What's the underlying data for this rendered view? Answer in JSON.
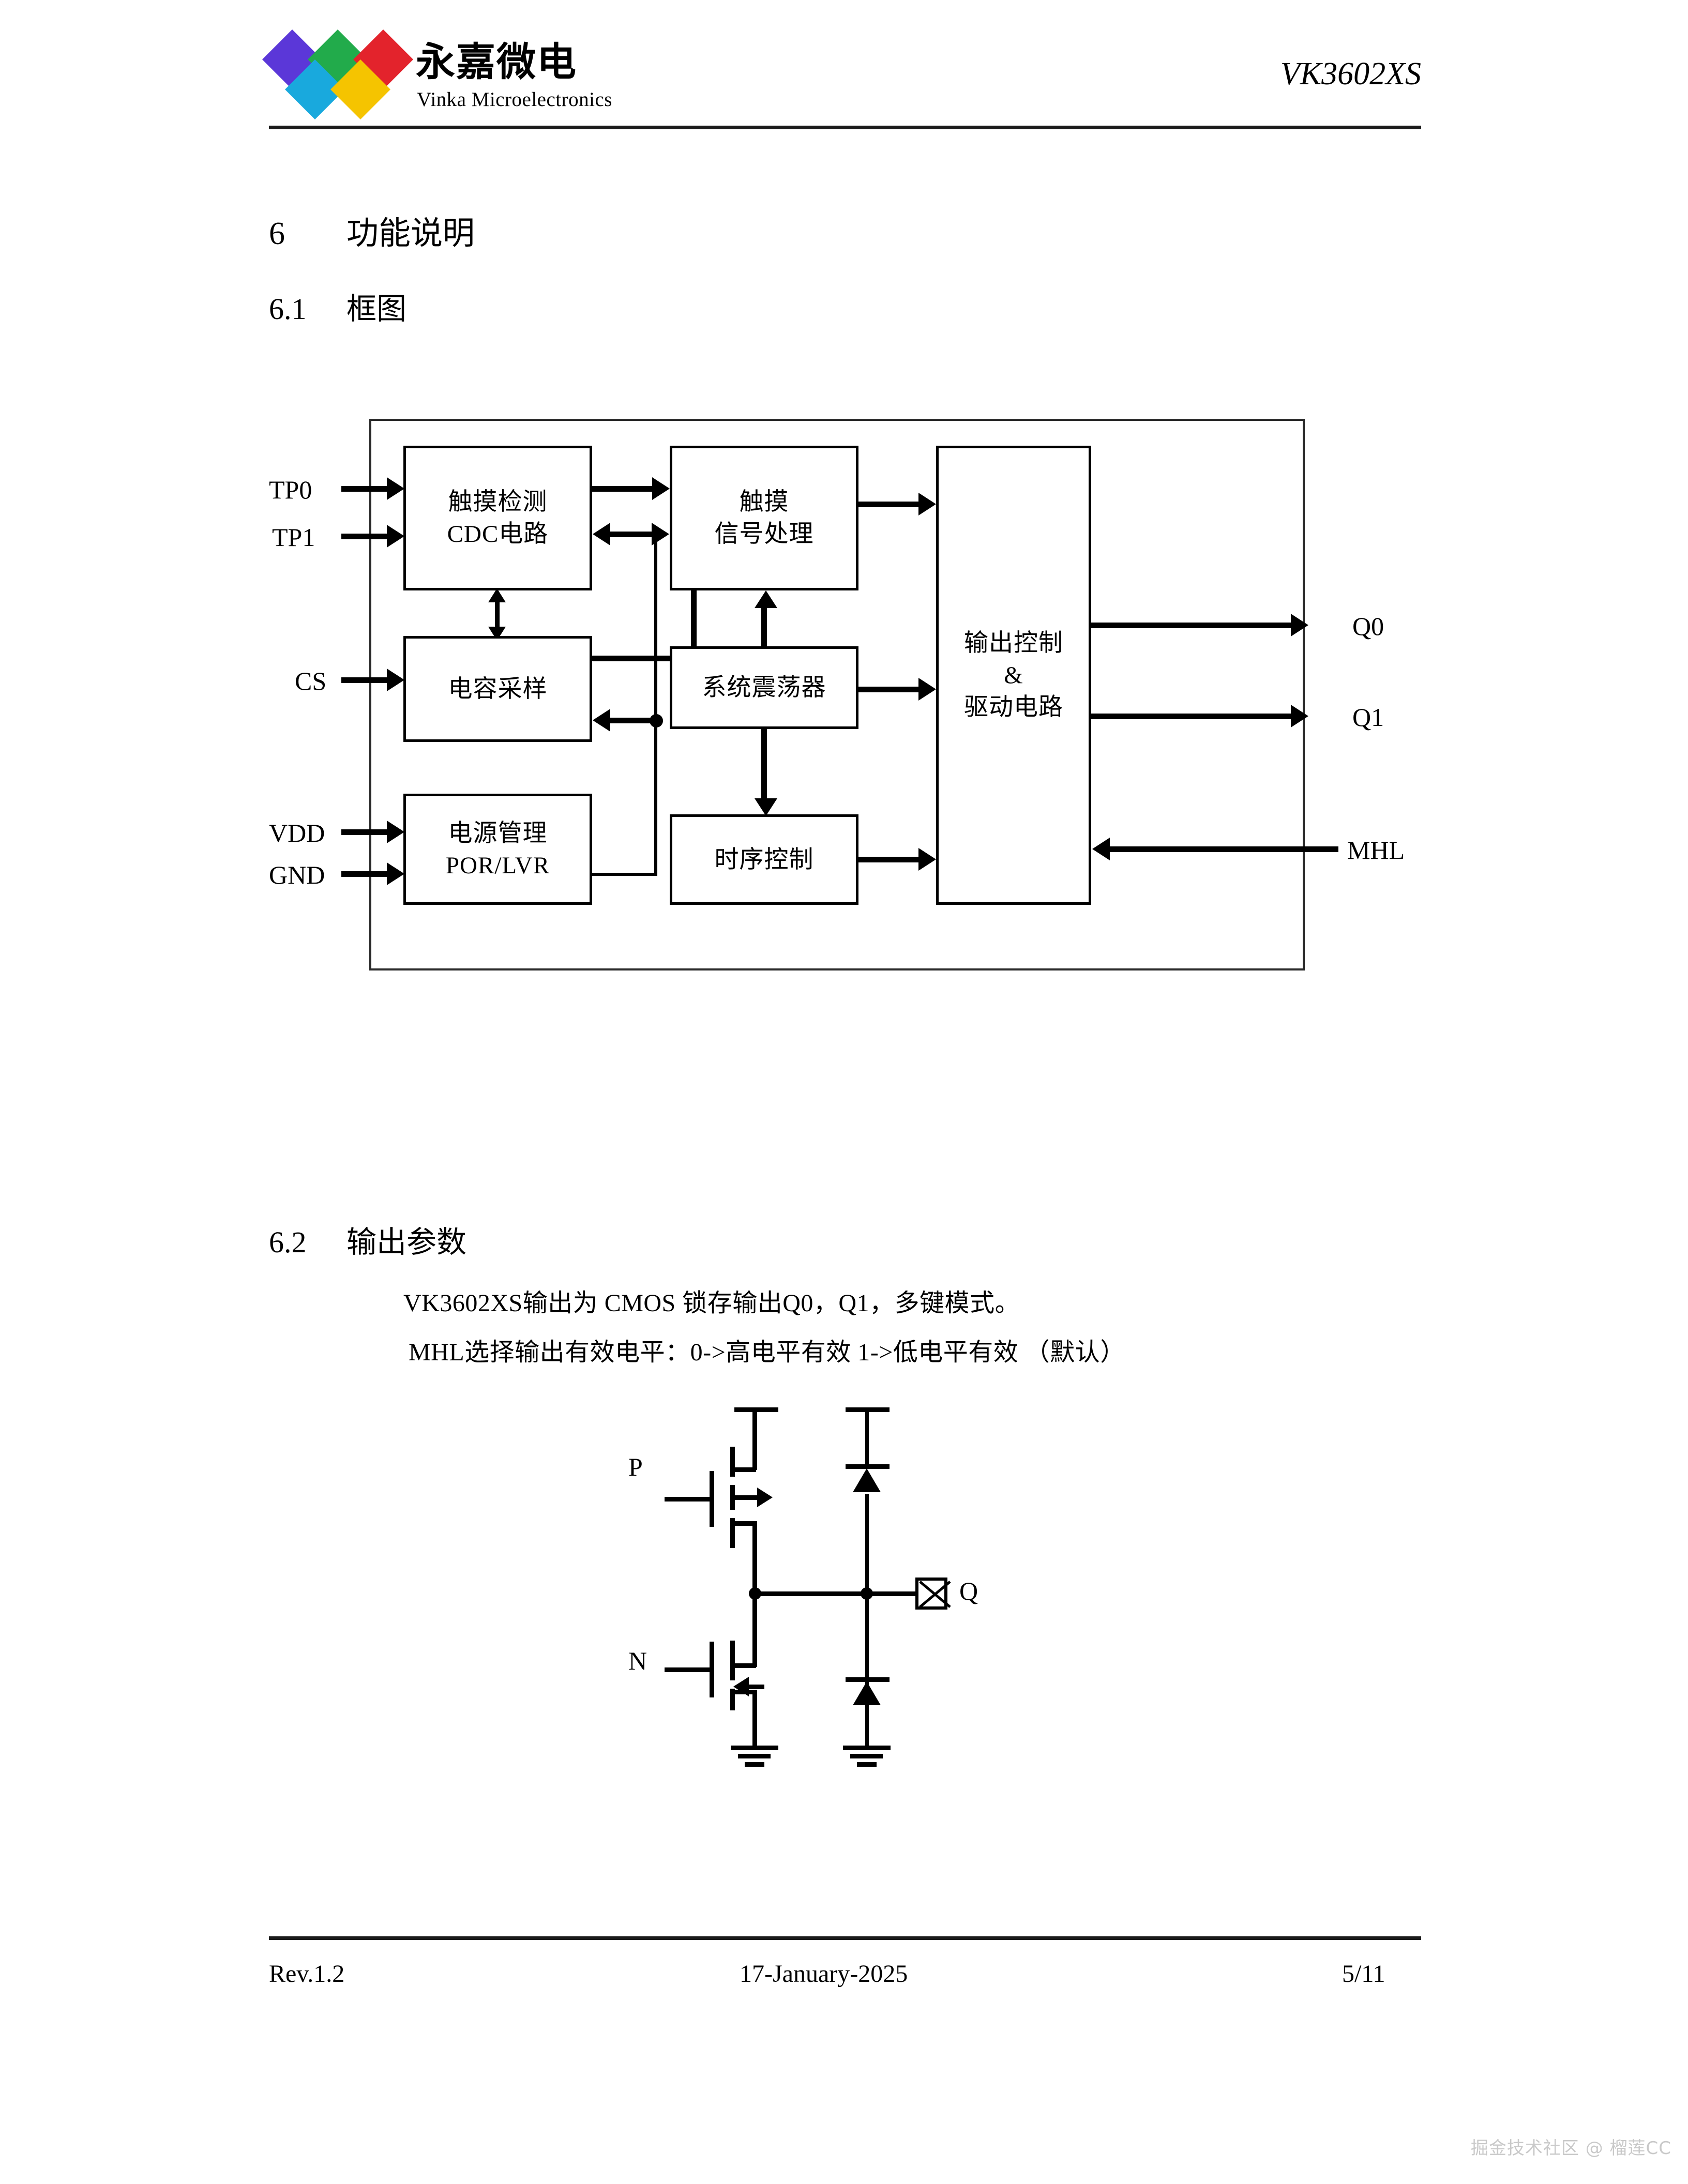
{
  "header": {
    "logo_cn": "永嘉微电",
    "logo_en": "Vinka Microelectronics",
    "part_number": "VK3602XS",
    "logo_colors": {
      "purple": "#5b37d8",
      "cyan": "#19a9dd",
      "green": "#22ab4b",
      "yellow": "#f5c400",
      "red": "#e3232c"
    }
  },
  "sections": {
    "s6": {
      "number": "6",
      "title": "功能说明"
    },
    "s61": {
      "number": "6.1",
      "title": "框图"
    },
    "s62": {
      "number": "6.2",
      "title": "输出参数"
    }
  },
  "block_diagram": {
    "blocks": [
      {
        "id": "cdc",
        "lines": [
          "触摸检测",
          "CDC电路"
        ]
      },
      {
        "id": "capsample",
        "lines": [
          "电容采样"
        ]
      },
      {
        "id": "power",
        "lines": [
          "电源管理",
          "POR/LVR"
        ]
      },
      {
        "id": "touchsig",
        "lines": [
          "触摸",
          "信号处理"
        ]
      },
      {
        "id": "osc",
        "lines": [
          "系统震荡器"
        ]
      },
      {
        "id": "timing",
        "lines": [
          "时序控制"
        ]
      },
      {
        "id": "outctrl",
        "lines": [
          "输出控制",
          "&",
          "驱动电路"
        ]
      }
    ],
    "pins_in": [
      "TP0",
      "TP1",
      "CS",
      "VDD",
      "GND"
    ],
    "pins_out": [
      "Q0",
      "Q1"
    ],
    "pins_ctrl": [
      "MHL"
    ],
    "labels": {
      "tp0": "TP0",
      "tp1": "TP1",
      "cs": "CS",
      "vdd": "VDD",
      "gnd": "GND",
      "q0": "Q0",
      "q1": "Q1",
      "mhl": "MHL",
      "cdc_l1": "触摸检测",
      "cdc_l2": "CDC电路",
      "capsample_l1": "电容采样",
      "power_l1": "电源管理",
      "power_l2": "POR/LVR",
      "touchsig_l1": "触摸",
      "touchsig_l2": "信号处理",
      "osc_l1": "系统震荡器",
      "timing_l1": "时序控制",
      "outctrl_l1": "输出控制",
      "outctrl_l2": "&",
      "outctrl_l3": "驱动电路"
    }
  },
  "body": {
    "p62_line1": "VK3602XS输出为 CMOS 锁存输出Q0，Q1，多键模式。",
    "p62_line2": "MHL选择输出有效电平：0->高电平有效  1->低电平有效 （默认）"
  },
  "output_schematic": {
    "pmos_label": "P",
    "nmos_label": "N",
    "pad_label": "Q"
  },
  "footer": {
    "revision": "Rev.1.2",
    "date": "17-January-2025",
    "page": "5/11"
  },
  "watermark": {
    "text": "掘金技术社区 @ 榴莲CC"
  }
}
